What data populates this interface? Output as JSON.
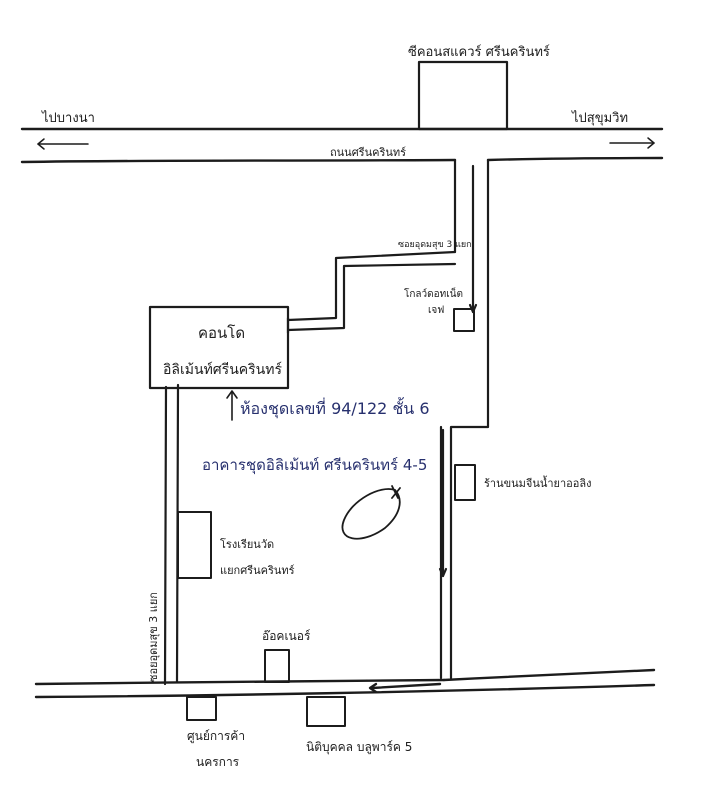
{
  "labels": {
    "landmark_top": "ซีคอนสแควร์ ศรีนครินทร์",
    "left_direction": "ไปบางนา",
    "right_direction": "ไปสุขุมวิท",
    "main_road": "ถนนศรีนครินทร์",
    "soi_entrance": "ซอยอุดมสุข 3 แยก",
    "shop_top_right": "โกลว์ดอทเน็ต",
    "shop_top_right_2": "เจฟ",
    "condo_box_line1": "คอนโด",
    "condo_box_line2": "อิลิเม้นท์ศรีนครินทร์",
    "room_line1": "ห้องชุดเลขที่ 94/122 ชั้น 6",
    "room_line2": "อาคารชุดอิลิเม้นท์ ศรีนครินทร์ 4-5",
    "right_shop": "ร้านขนมจีนน้ำยาออลิง",
    "left_shop_line1": "โรงเรียนวัด",
    "left_shop_line2": "แยกศรีนครินทร์",
    "left_vertical_road": "ซอยอุดมสุข 3 แยก",
    "bottom_center_shop": "อ๊อคเนอร์",
    "bottom_left_shop_line1": "ศูนย์การค้า",
    "bottom_left_shop_line2": "นครการ",
    "bottom_right_shop": "นิติบุคคล บลูพาร์ค 5"
  }
}
